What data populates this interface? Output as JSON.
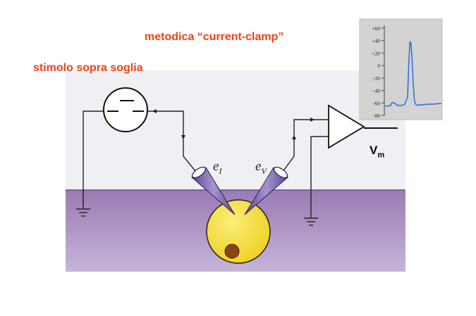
{
  "title": "metodica “current-clamp”",
  "stimulus_label": "stimolo sopra soglia",
  "electrode_current": {
    "letter": "e",
    "sub": "I"
  },
  "electrode_voltage": {
    "letter": "e",
    "sub": "V"
  },
  "output_label": {
    "letter": "V",
    "sub": "m"
  },
  "chart_data": {
    "type": "line",
    "y_ticks": [
      "+60",
      "+40",
      "+20",
      "0",
      "−20",
      "−40",
      "−60",
      "−80"
    ],
    "ylim": [
      -80,
      60
    ],
    "series": [
      {
        "x": [
          0,
          5,
          10,
          12,
          14,
          18,
          22,
          30,
          35,
          40,
          42,
          44,
          46,
          48,
          50,
          52,
          54,
          58,
          62,
          68,
          75,
          85,
          95,
          100
        ],
        "values": [
          -65,
          -65,
          -64,
          -60,
          -59,
          -61,
          -64,
          -64,
          -62,
          -50,
          0,
          38,
          36,
          10,
          -30,
          -55,
          -62,
          -64,
          -63,
          -63,
          -62,
          -62,
          -61,
          -61
        ]
      }
    ]
  },
  "colors": {
    "title": "#f0401a",
    "background_panel": "#eef0f4",
    "membrane": "#8a6aa6",
    "cell": "#f4dd3a",
    "nucleus": "#8a4418",
    "electrode": "#6c58a6"
  }
}
